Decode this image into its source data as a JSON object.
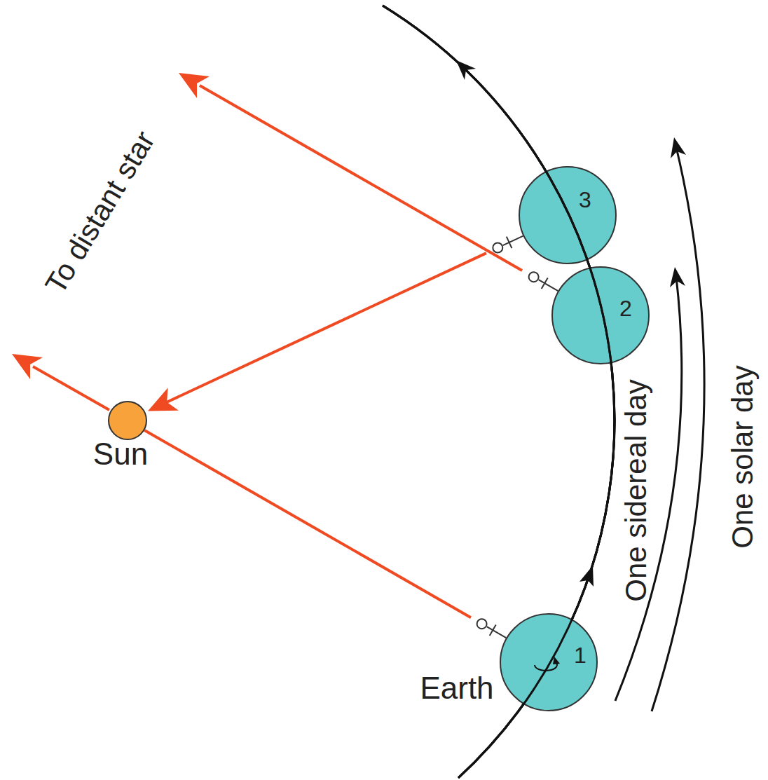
{
  "diagram": {
    "nodes": [
      {
        "text": [
          "3"
        ]
      },
      {
        "text": [
          "2"
        ]
      },
      {
        "text": [
          "Sun"
        ]
      },
      {
        "text": [
          "Earth",
          "1"
        ]
      }
    ],
    "edges": [
      {
        "from": 3,
        "to": 2,
        "arrow": "none"
      },
      {
        "from": 0,
        "to": 2,
        "arrow": "to"
      }
    ],
    "labels": [
      "To distant star",
      "One sidereal day",
      "One solar day"
    ]
  }
}
